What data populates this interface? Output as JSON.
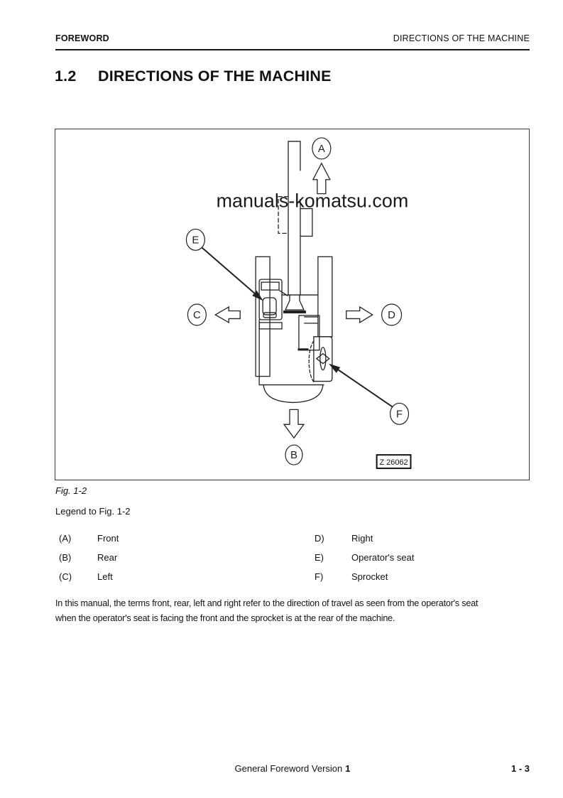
{
  "header": {
    "left": "FOREWORD",
    "right": "DIRECTIONS OF THE MACHINE"
  },
  "title": {
    "number": "1.2",
    "text": "DIRECTIONS OF THE MACHINE"
  },
  "figure": {
    "watermark": "manuals-komatsu.com",
    "drawing_number": "Z 26062",
    "caption": "Fig. 1-2",
    "labels": {
      "a": "A",
      "b": "B",
      "c": "C",
      "d": "D",
      "e": "E",
      "f": "F"
    }
  },
  "legend": {
    "heading": "Legend to Fig. 1-2",
    "rows": [
      {
        "left_key": "(A)",
        "left_label": "Front",
        "right_key": "D)",
        "right_label": "Right"
      },
      {
        "left_key": "(B)",
        "left_label": "Rear",
        "right_key": "E)",
        "right_label": "Operator's seat"
      },
      {
        "left_key": "(C)",
        "left_label": "Left",
        "right_key": "F)",
        "right_label": "Sprocket"
      }
    ]
  },
  "paragraph": {
    "line1": "In this manual, the terms front, rear, left and right refer to the direction of travel as seen from the operator's seat",
    "line2": "when the operator's seat is facing the front and the sprocket is at the rear of the machine."
  },
  "footer": {
    "center_text": "General Foreword Version",
    "center_number": "1",
    "page_number": "1 - 3"
  },
  "colors": {
    "ink": "#111111",
    "line": "#222222"
  }
}
